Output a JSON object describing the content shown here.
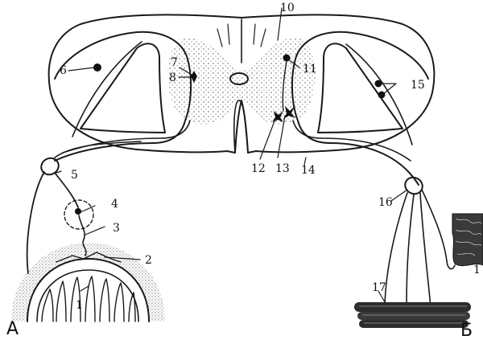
{
  "labels": {
    "n1a": "1",
    "n1b": "1",
    "n2": "2",
    "n3": "3",
    "n4": "4",
    "n5": "5",
    "n6": "6",
    "n7": "7",
    "n8": "8",
    "n10": "10",
    "n11": "11",
    "n12": "12",
    "n13": "13",
    "n14": "14",
    "n15": "15",
    "n16": "16",
    "n17": "17"
  },
  "panels": {
    "left": "А",
    "right": "Б"
  },
  "colors": {
    "ink": "#1a1a1a",
    "paper": "#ffffff"
  }
}
